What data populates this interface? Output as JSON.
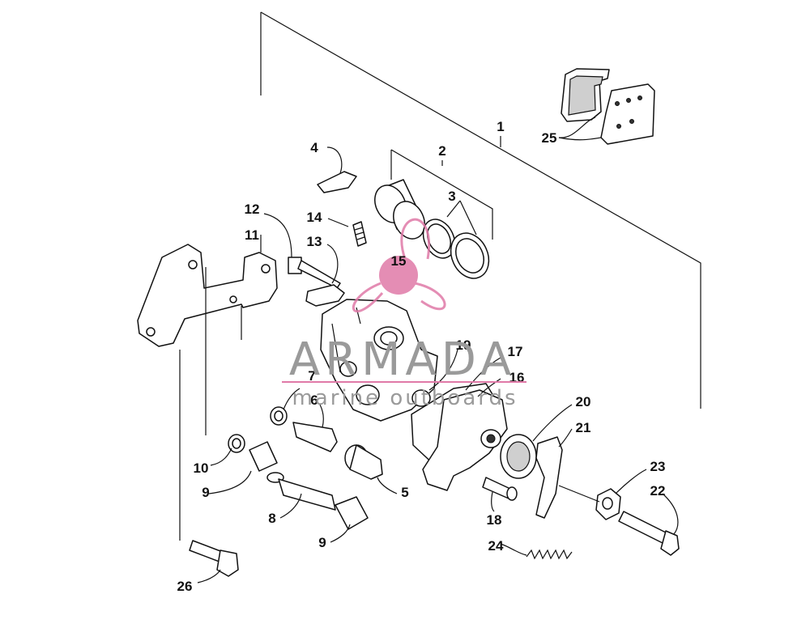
{
  "diagram": {
    "labels": [
      "1",
      "2",
      "3",
      "4",
      "5",
      "6",
      "7",
      "8",
      "9",
      "9",
      "10",
      "11",
      "12",
      "13",
      "14",
      "15",
      "16",
      "17",
      "18",
      "19",
      "20",
      "21",
      "22",
      "23",
      "24",
      "25",
      "26"
    ]
  },
  "watermark": {
    "brand": "ARMADA",
    "tagline": "marine outboards",
    "logo_color": "#e07aa8",
    "text_color": "#9a9a9a"
  }
}
